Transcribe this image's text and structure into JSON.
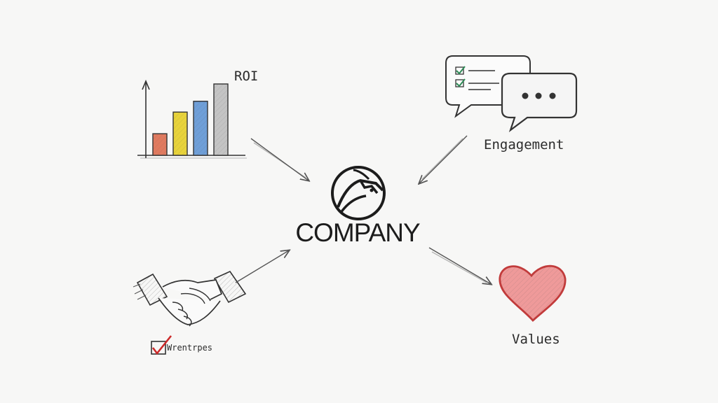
{
  "center": {
    "company_name": "COMPANY"
  },
  "nodes": {
    "roi": {
      "label": "ROI"
    },
    "engagement": {
      "label": "Engagement"
    },
    "partnership": {
      "label": "Wrentrpes"
    },
    "values": {
      "label": "Values"
    }
  },
  "colors": {
    "bar_red": "#e07a5f",
    "bar_yellow": "#e8d33a",
    "bar_blue": "#6f9fd8",
    "bar_gray": "#c4c4c4",
    "check_green": "#2e8b57",
    "check_red": "#cc2a2a",
    "heart_red": "#e26a6a",
    "ink": "#2b2b2b"
  },
  "chart_data": {
    "type": "bar",
    "categories": [
      "",
      "",
      "",
      ""
    ],
    "values": [
      1,
      2,
      2.5,
      3.3
    ],
    "title": "ROI"
  }
}
